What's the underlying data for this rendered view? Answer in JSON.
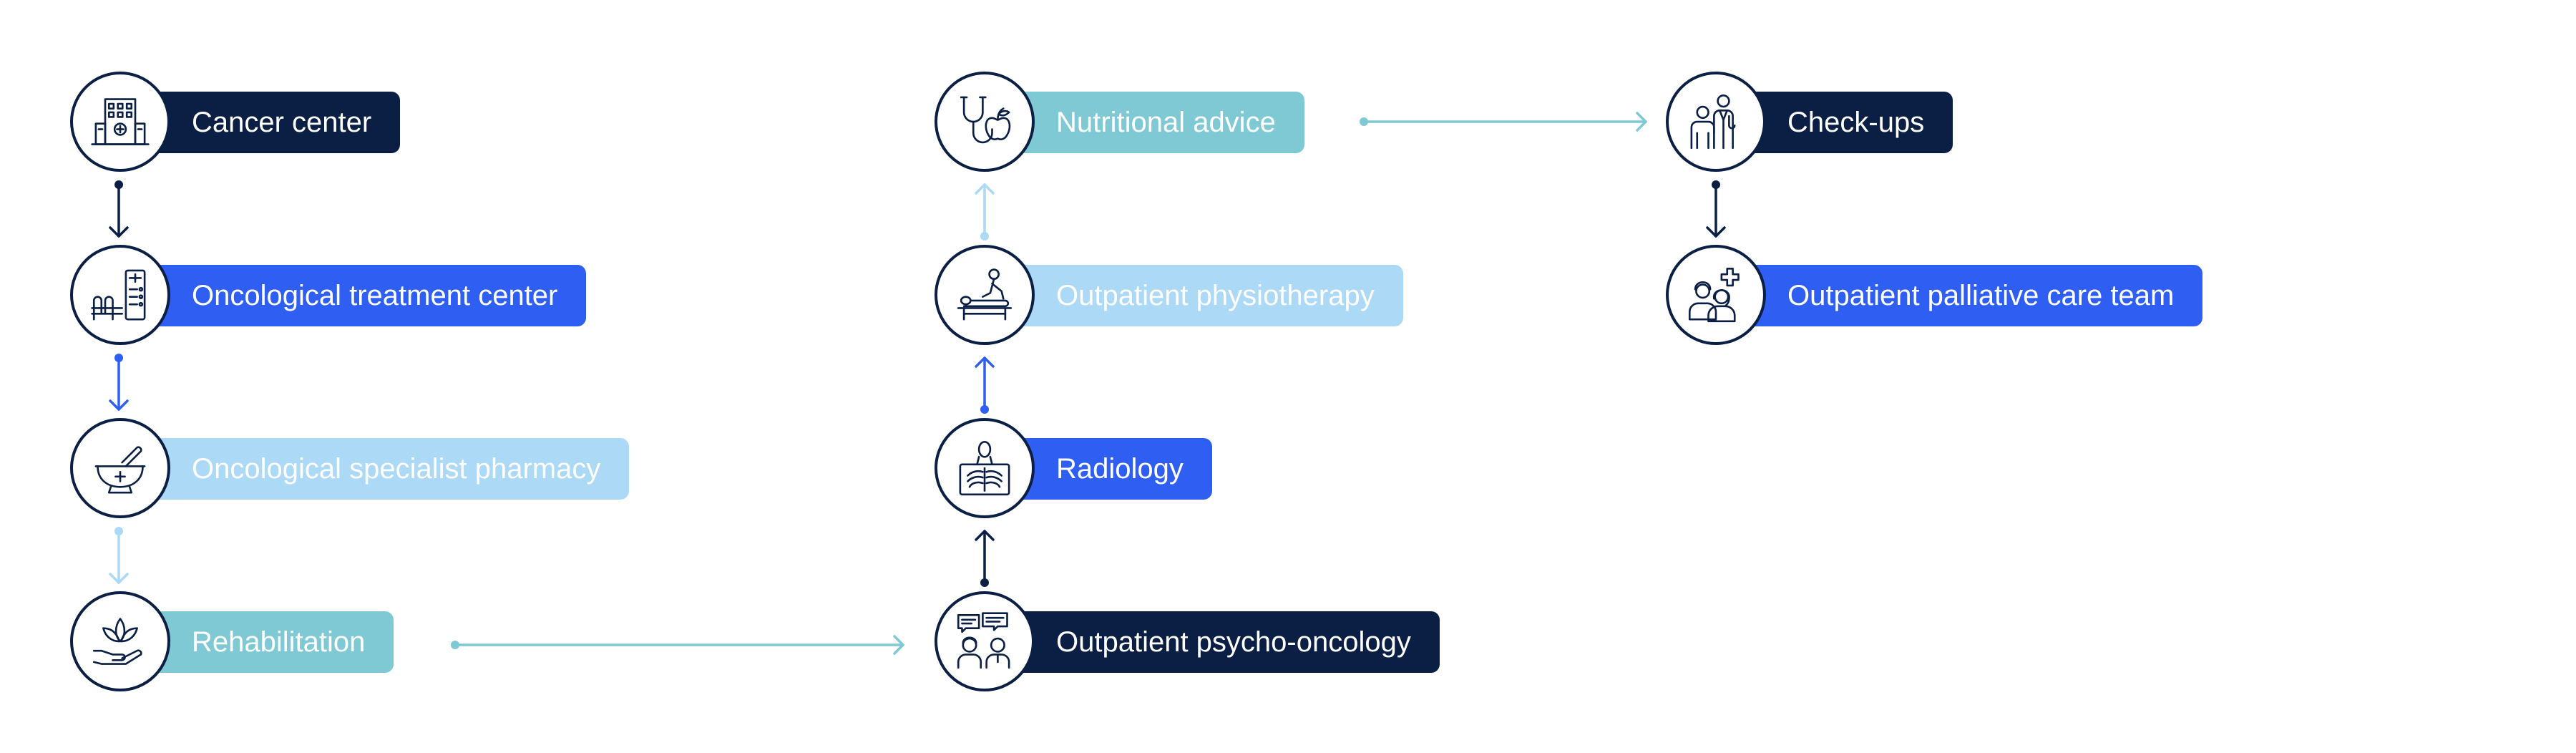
{
  "nodes": {
    "cancer_center": "Cancer center",
    "oncological_treatment_center": "Oncological treatment center",
    "oncological_specialist_pharmacy": "Oncological specialist pharmacy",
    "rehabilitation": "Rehabilitation",
    "nutritional_advice": "Nutritional advice",
    "outpatient_physiotherapy": "Outpatient physiotherapy",
    "radiology": "Radiology",
    "outpatient_psycho_oncology": "Outpatient psycho-oncology",
    "check_ups": "Check-ups",
    "outpatient_palliative_care_team": "Outpatient palliative care team"
  },
  "icons": {
    "cancer_center": "hospital-building-icon",
    "oncological_treatment_center": "treatment-chairs-icon",
    "oncological_specialist_pharmacy": "mortar-pestle-icon",
    "rehabilitation": "lotus-hand-icon",
    "nutritional_advice": "stethoscope-apple-icon",
    "outpatient_physiotherapy": "massage-table-icon",
    "radiology": "x-ray-icon",
    "outpatient_psycho_oncology": "conversation-icon",
    "check_ups": "doctor-patient-icon",
    "outpatient_palliative_care_team": "care-team-icon"
  },
  "colors": {
    "navy": "#0b1f44",
    "blue": "#2f5ff2",
    "light_blue": "#acd9f6",
    "teal": "#7fc9d4",
    "circle_border": "#0b1f44",
    "background": "#ffffff"
  }
}
